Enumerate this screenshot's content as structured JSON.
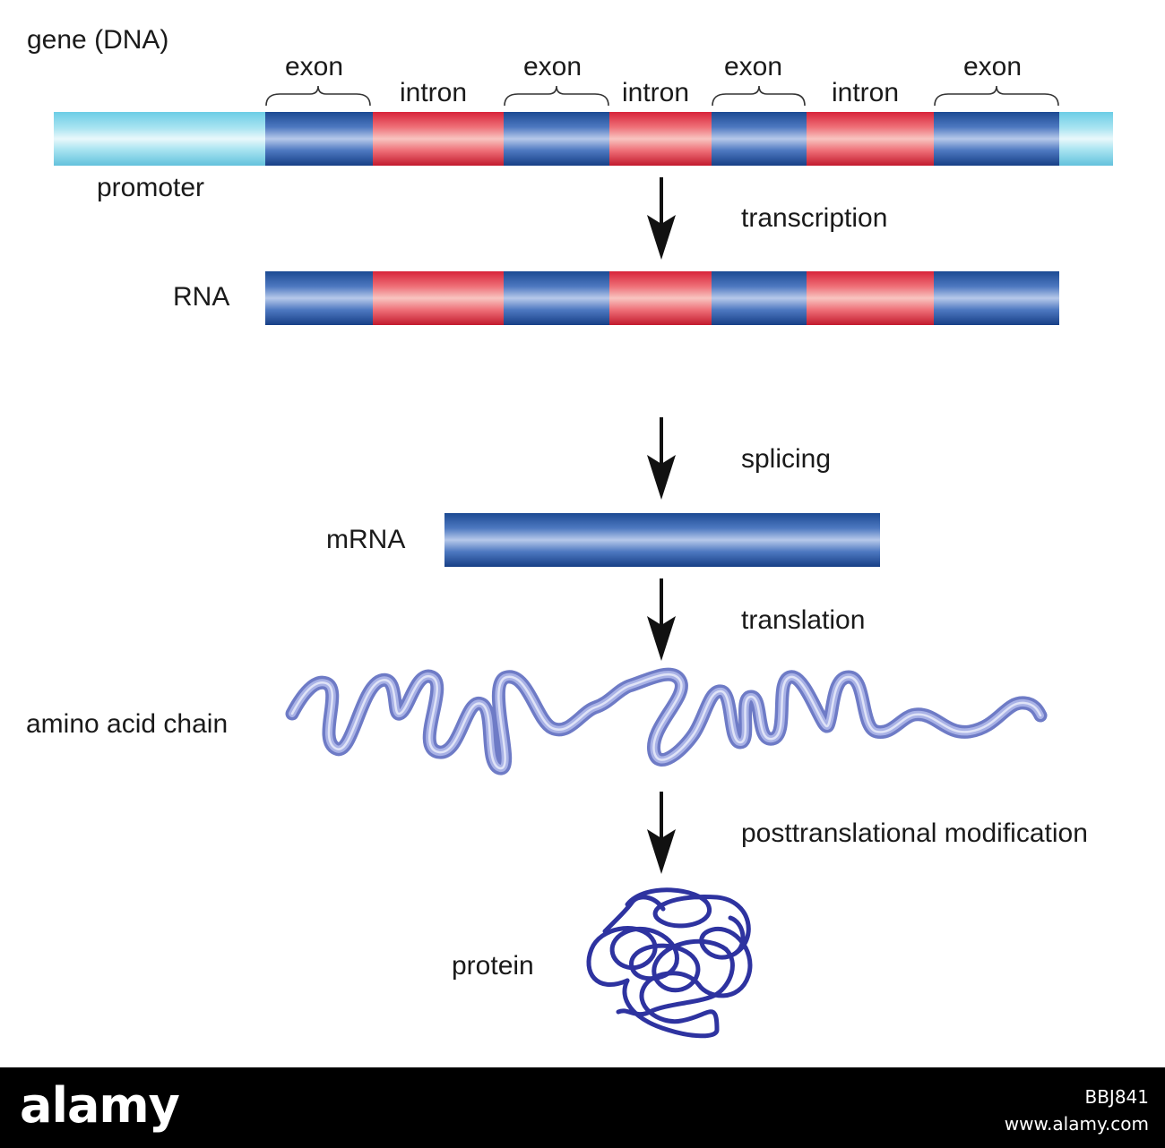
{
  "title": "gene (DNA)",
  "dna": {
    "exon_labels": [
      "exon",
      "exon",
      "exon",
      "exon"
    ],
    "intron_labels": [
      "intron",
      "intron",
      "intron"
    ],
    "promoter_label": "promoter"
  },
  "steps": {
    "transcription": "transcription",
    "splicing": "splicing",
    "translation": "translation",
    "posttranslational": "posttranslational modification"
  },
  "molecules": {
    "rna": "RNA",
    "mrna": "mRNA",
    "amino_acid_chain": "amino acid chain",
    "protein": "protein"
  },
  "colors": {
    "exon": "#2a5aa8",
    "intron": "#e84452",
    "promoter": "#8ed9ec",
    "chain": "#8a96d6",
    "protein": "#2b2f99",
    "arrow": "#111111"
  },
  "footer": {
    "logo": "alamy",
    "image_id": "BBJ841",
    "url": "www.alamy.com"
  }
}
